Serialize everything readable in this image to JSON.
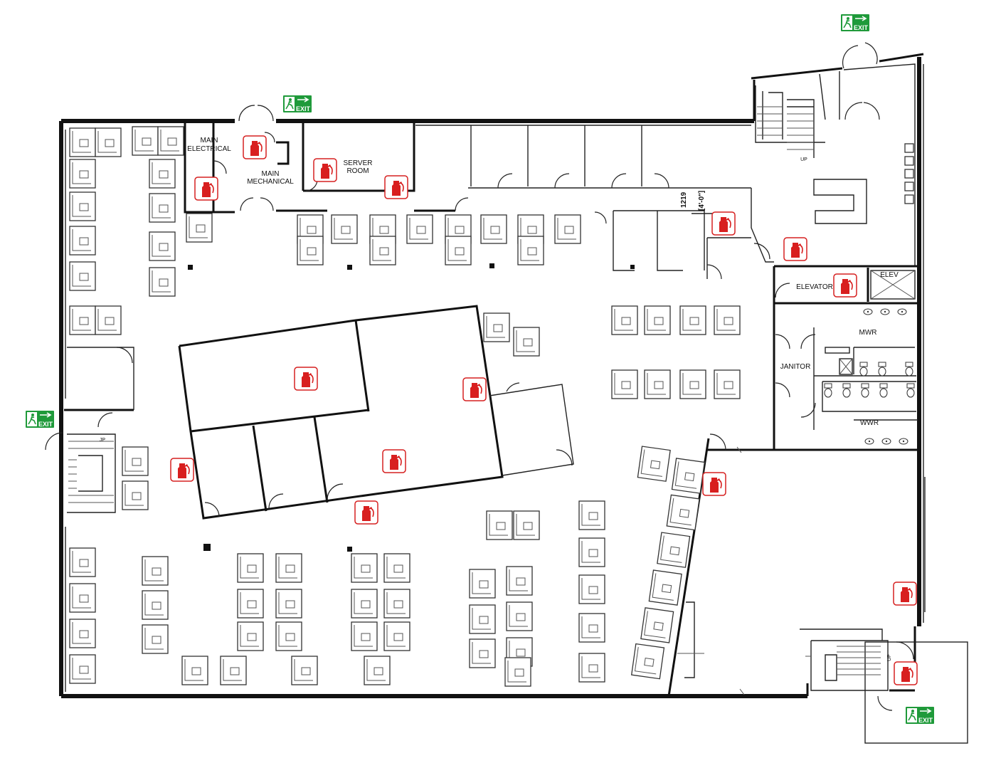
{
  "rooms": {
    "main_electrical_line1": "MAIN",
    "main_electrical_line2": "ELECTRICAL",
    "main_mechanical_line1": "MAIN",
    "main_mechanical_line2": "MECHANICAL",
    "server_room_line1": "SERVER",
    "server_room_line2": "ROOM",
    "elevator": "ELEVATOR",
    "elev": "ELEV",
    "mwr": "MWR",
    "wwr": "WWR",
    "janitor": "JANITOR",
    "jp": "JP"
  },
  "stairs": {
    "up_north": "UP",
    "up_south": "UP"
  },
  "dimension": {
    "metric": "1219",
    "imperial": "[4'-0\"]"
  },
  "exit_sign": {
    "label": "EXIT",
    "icon": "running-man-exit-icon",
    "color": "#1f9a3a"
  },
  "extinguisher": {
    "icon": "fire-extinguisher-icon",
    "color": "#d81f1f"
  }
}
